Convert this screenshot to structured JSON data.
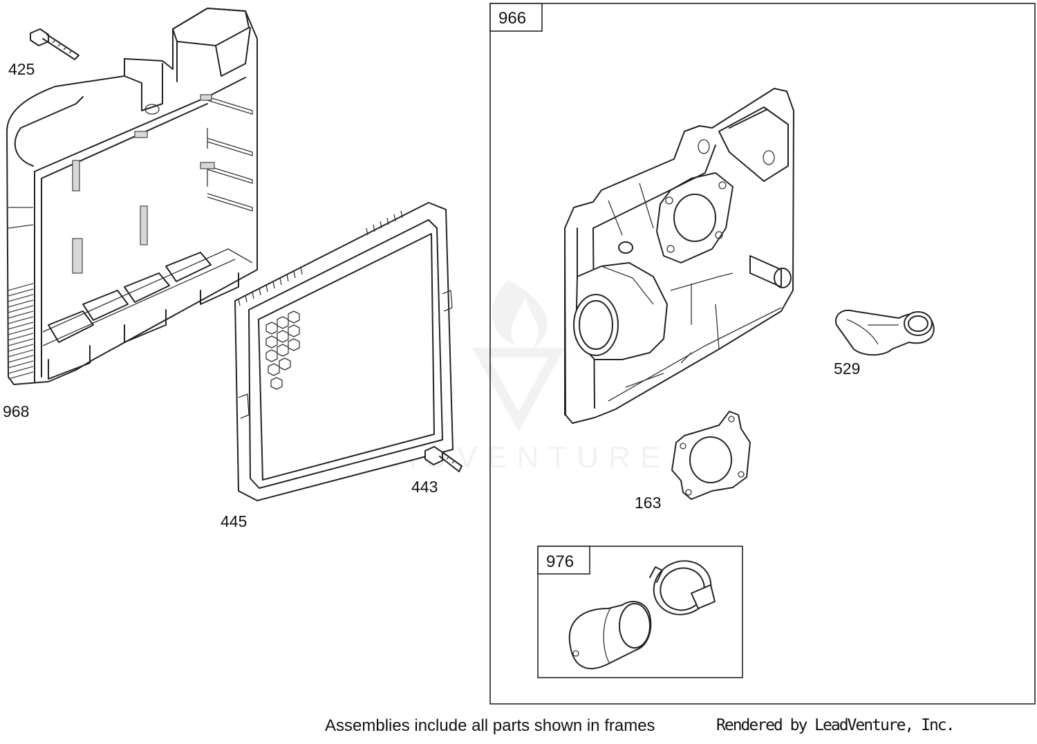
{
  "callouts": {
    "p425": "425",
    "p968": "968",
    "p445": "445",
    "p443": "443",
    "p529": "529",
    "p163": "163"
  },
  "assemblies": {
    "a966": "966",
    "a976": "976"
  },
  "watermark": "LEADVENTURE",
  "footer": {
    "note": "Assemblies include all parts shown in frames",
    "credit": "Rendered by LeadVenture, Inc."
  }
}
